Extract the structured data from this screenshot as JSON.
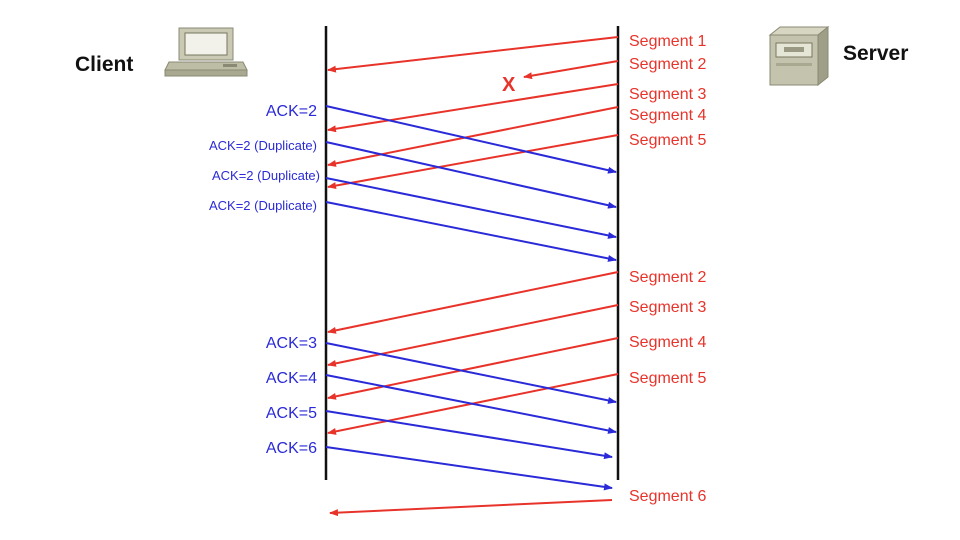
{
  "client_label": "Client",
  "server_label": "Server",
  "lost_marker": "X",
  "colors": {
    "segment": "#e8332a",
    "ack": "#2a2ad8",
    "timeline": "#111111"
  },
  "icons": {
    "client": "computer-icon",
    "server": "server-icon"
  },
  "segments": [
    "Segment 1",
    "Segment 2",
    "Segment 3",
    "Segment 4",
    "Segment 5",
    "Segment 2",
    "Segment 3",
    "Segment 4",
    "Segment 5",
    "Segment 6"
  ],
  "acks": [
    "ACK=2",
    "ACK=2 (Duplicate)",
    "ACK=2 (Duplicate)",
    "ACK=2 (Duplicate)",
    "ACK=3",
    "ACK=4",
    "ACK=5",
    "ACK=6"
  ]
}
